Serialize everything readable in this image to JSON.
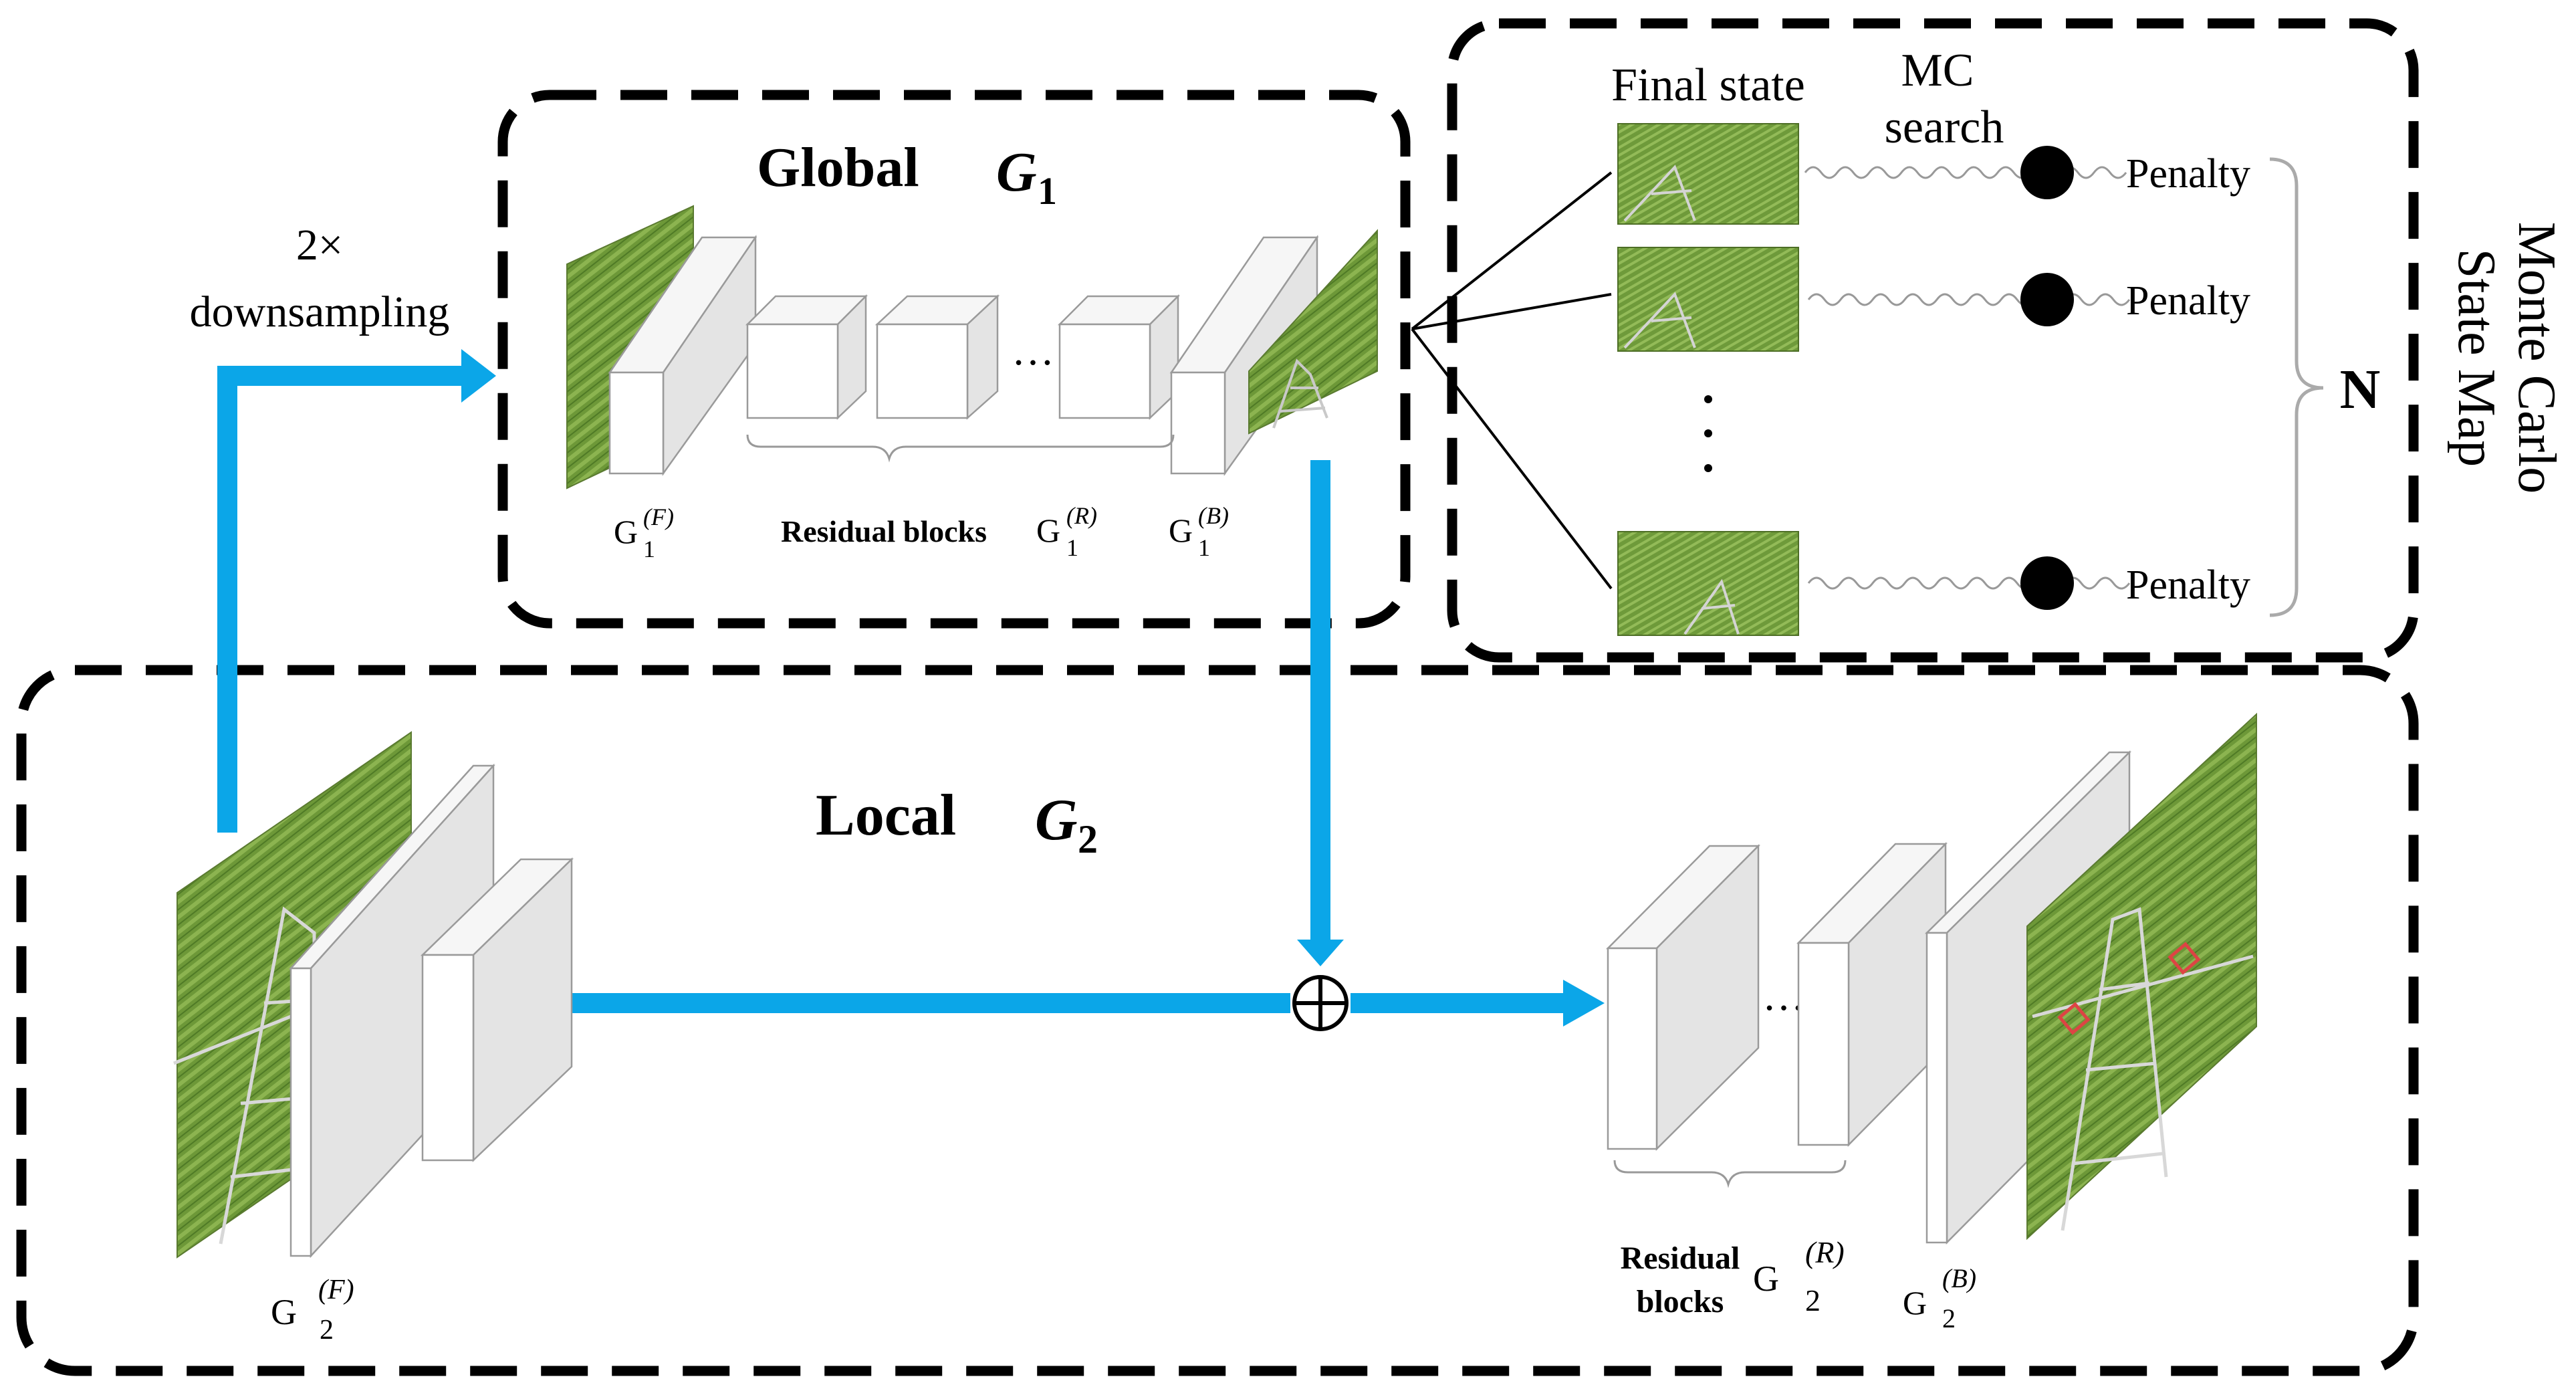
{
  "global": {
    "title": "Global",
    "symbol": "G",
    "subscript": "1"
  },
  "local": {
    "title": "Local",
    "symbol": "G",
    "subscript": "2"
  },
  "downsampling": {
    "line1": "2×",
    "line2": "downsampling"
  },
  "global_labels": {
    "front": {
      "base": "G",
      "sup": "(F)",
      "sub": "1"
    },
    "residual_text": "Residual blocks",
    "residual": {
      "base": "G",
      "sup": "(R)",
      "sub": "1"
    },
    "back": {
      "base": "G",
      "sup": "(B)",
      "sub": "1"
    }
  },
  "local_labels": {
    "front": {
      "base": "G",
      "sup": "(F)",
      "sub": "2"
    },
    "residual_line1": "Residual",
    "residual_line2": "blocks",
    "residual": {
      "base": "G",
      "sup": "(R)",
      "sub": "2"
    },
    "back": {
      "base": "G",
      "sup": "(B)",
      "sub": "2"
    }
  },
  "monte_carlo": {
    "final_state": "Final state",
    "mc_line1": "MC",
    "mc_line2": "search",
    "penalties": [
      "Penalty",
      "Penalty",
      "Penalty"
    ],
    "count_label": "N",
    "side_title_line1": "Monte Carlo",
    "side_title_line2": "State Map"
  },
  "ellipsis": "…",
  "plus_symbol": "⊕",
  "colors": {
    "arrow": "#0ba6e8",
    "dash": "#000000",
    "field_green": "#6f9a3a"
  }
}
